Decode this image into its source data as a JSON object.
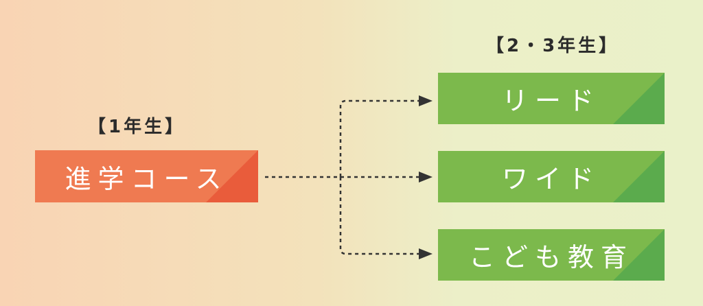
{
  "first_year": {
    "label": "【1年生】",
    "course": "進学コース",
    "color": "#ef7a51"
  },
  "upper_years": {
    "label": "【2・3年生】",
    "color": "#7cb94c",
    "courses": [
      "リード",
      "ワイド",
      "こども教育"
    ]
  }
}
